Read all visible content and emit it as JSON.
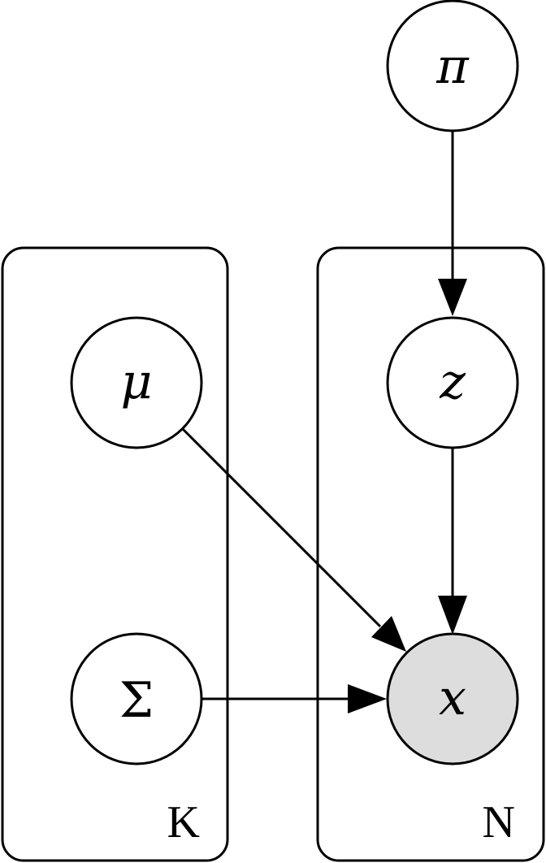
{
  "plates": [
    {
      "id": "plate-k",
      "label": "K"
    },
    {
      "id": "plate-n",
      "label": "N"
    }
  ],
  "nodes": {
    "pi": {
      "label": "π",
      "observed": false
    },
    "mu": {
      "label": "μ",
      "observed": false
    },
    "sigma": {
      "label": "Σ",
      "observed": false
    },
    "z": {
      "label": "z",
      "observed": false
    },
    "x": {
      "label": "x",
      "observed": true
    }
  },
  "edges": [
    {
      "from": "pi",
      "to": "z"
    },
    {
      "from": "z",
      "to": "x"
    },
    {
      "from": "mu",
      "to": "x"
    },
    {
      "from": "sigma",
      "to": "x"
    }
  ],
  "colors": {
    "stroke": "#000000",
    "node_fill": "#ffffff",
    "observed_fill": "#dddddd"
  }
}
